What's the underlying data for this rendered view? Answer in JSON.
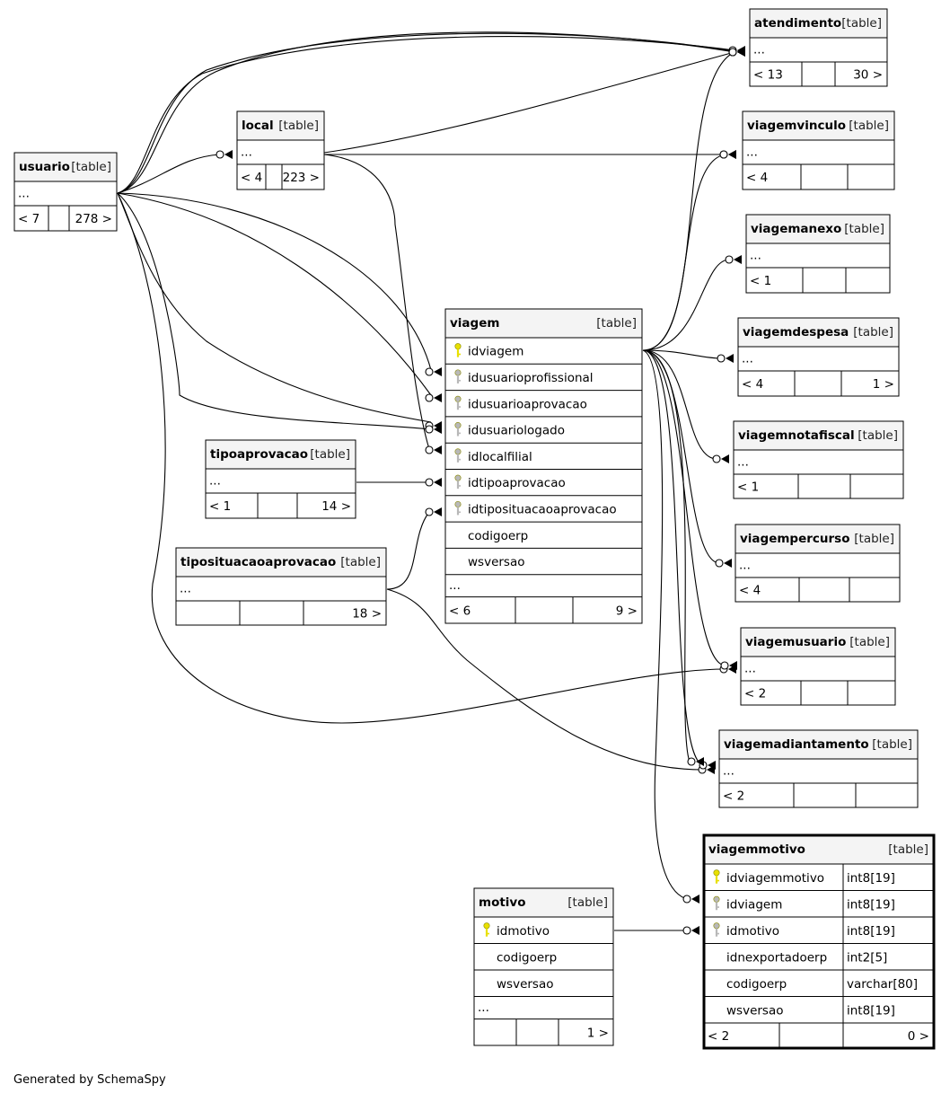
{
  "footer": "Generated by SchemaSpy",
  "tables": [
    {
      "id": "atendimento",
      "title": "atendimento",
      "tag": "[table]",
      "columns": [],
      "ellipsis": "...",
      "stats": [
        "< 13",
        "",
        "30 >"
      ]
    },
    {
      "id": "local",
      "title": "local",
      "tag": "[table]",
      "columns": [],
      "ellipsis": "...",
      "stats": [
        "< 4",
        "",
        "223 >"
      ]
    },
    {
      "id": "usuario",
      "title": "usuario",
      "tag": "[table]",
      "columns": [],
      "ellipsis": "...",
      "stats": [
        "< 7",
        "",
        "278 >"
      ]
    },
    {
      "id": "viagemvinculo",
      "title": "viagemvinculo",
      "tag": "[table]",
      "columns": [],
      "ellipsis": "...",
      "stats": [
        "< 4",
        "",
        ""
      ]
    },
    {
      "id": "viagemanexo",
      "title": "viagemanexo",
      "tag": "[table]",
      "columns": [],
      "ellipsis": "...",
      "stats": [
        "< 1",
        "",
        ""
      ]
    },
    {
      "id": "viagemdespesa",
      "title": "viagemdespesa",
      "tag": "[table]",
      "columns": [],
      "ellipsis": "...",
      "stats": [
        "< 4",
        "",
        "1 >"
      ]
    },
    {
      "id": "viagemnotafiscal",
      "title": "viagemnotafiscal",
      "tag": "[table]",
      "columns": [],
      "ellipsis": "...",
      "stats": [
        "< 1",
        "",
        ""
      ]
    },
    {
      "id": "viagempercurso",
      "title": "viagempercurso",
      "tag": "[table]",
      "columns": [],
      "ellipsis": "...",
      "stats": [
        "< 4",
        "",
        ""
      ]
    },
    {
      "id": "viagemusuario",
      "title": "viagemusuario",
      "tag": "[table]",
      "columns": [],
      "ellipsis": "...",
      "stats": [
        "< 2",
        "",
        ""
      ]
    },
    {
      "id": "viagemadiantamento",
      "title": "viagemadiantamento",
      "tag": "[table]",
      "columns": [],
      "ellipsis": "...",
      "stats": [
        "< 2",
        "",
        ""
      ]
    },
    {
      "id": "tipoaprovacao",
      "title": "tipoaprovacao",
      "tag": "[table]",
      "columns": [],
      "ellipsis": "...",
      "stats": [
        "< 1",
        "",
        "14 >"
      ]
    },
    {
      "id": "tiposituacaoaprovacao",
      "title": "tiposituacaoaprovacao",
      "tag": "[table]",
      "columns": [],
      "ellipsis": "...",
      "stats": [
        "",
        "",
        "18 >"
      ]
    },
    {
      "id": "viagem",
      "title": "viagem",
      "tag": "[table]",
      "columns": [
        {
          "name": "idviagem",
          "key": "primary"
        },
        {
          "name": "idusuarioprofissional",
          "key": "foreign"
        },
        {
          "name": "idusuarioaprovacao",
          "key": "foreign"
        },
        {
          "name": "idusuariologado",
          "key": "foreign"
        },
        {
          "name": "idlocalfilial",
          "key": "foreign"
        },
        {
          "name": "idtipoaprovacao",
          "key": "foreign"
        },
        {
          "name": "idtiposituacaoaprovacao",
          "key": "foreign"
        },
        {
          "name": "codigoerp",
          "key": ""
        },
        {
          "name": "wsversao",
          "key": ""
        }
      ],
      "ellipsis": "...",
      "stats": [
        "< 6",
        "",
        "9 >"
      ]
    },
    {
      "id": "motivo",
      "title": "motivo",
      "tag": "[table]",
      "columns": [
        {
          "name": "idmotivo",
          "key": "primary"
        },
        {
          "name": "codigoerp",
          "key": ""
        },
        {
          "name": "wsversao",
          "key": ""
        }
      ],
      "ellipsis": "...",
      "stats": [
        "",
        "",
        "1 >"
      ]
    },
    {
      "id": "viagemmotivo",
      "title": "viagemmotivo",
      "tag": "[table]",
      "columns": [
        {
          "name": "idviagemmotivo",
          "key": "primary",
          "type": "int8[19]"
        },
        {
          "name": "idviagem",
          "key": "foreign",
          "type": "int8[19]"
        },
        {
          "name": "idmotivo",
          "key": "foreign",
          "type": "int8[19]"
        },
        {
          "name": "idnexportadoerp",
          "key": "",
          "type": "int2[5]"
        },
        {
          "name": "codigoerp",
          "key": "",
          "type": "varchar[80]"
        },
        {
          "name": "wsversao",
          "key": "",
          "type": "int8[19]"
        }
      ],
      "ellipsis": "",
      "stats": [
        "< 2",
        "",
        "0 >"
      ]
    }
  ]
}
